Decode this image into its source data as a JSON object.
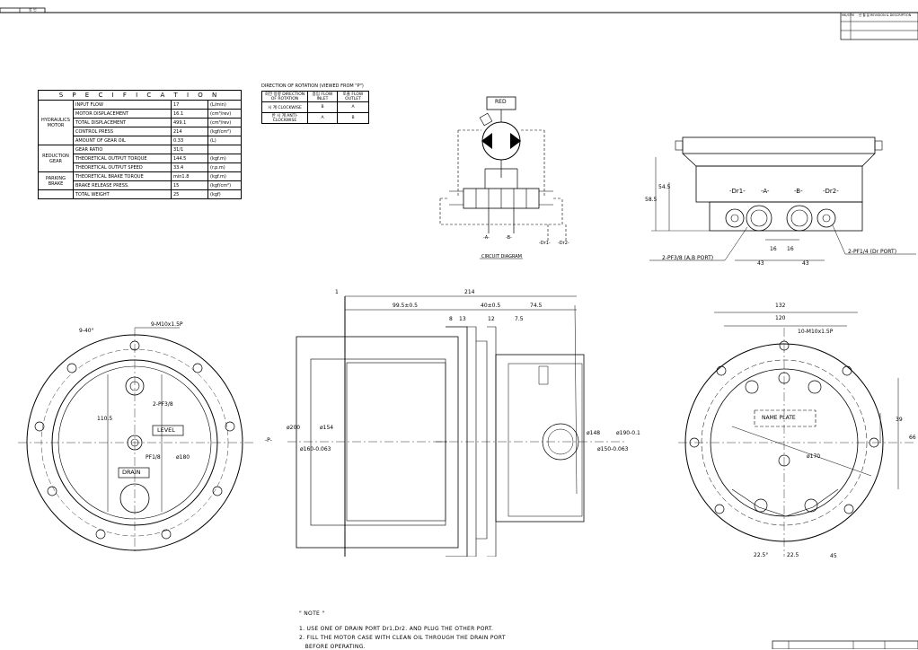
{
  "header": {
    "left_label": "승 인"
  },
  "revision_block": {
    "sym": "MK/SYM",
    "description": "년 월 일 REVISION & DESCRIPTION"
  },
  "spec": {
    "title": "S P E C I F I C A T I O N",
    "groups": [
      {
        "name": "HYDRAULICS MOTOR",
        "rows": [
          [
            "INPUT FLOW",
            "17",
            "(L/min)"
          ],
          [
            "MOTOR DISPLACEMENT",
            "16.1",
            "(cm³/rev)"
          ],
          [
            "TOTAL DISPLACEMENT",
            "499.1",
            "(cm³/rev)"
          ],
          [
            "CONTROL PRESS",
            "214",
            "(kgf/cm²)"
          ],
          [
            "AMOUNT OF GEAR OIL",
            "0.33",
            "(L)"
          ]
        ]
      },
      {
        "name": "REDUCTION GEAR",
        "rows": [
          [
            "GEAR RATIO",
            "31/1",
            ""
          ],
          [
            "THEORETICAL OUTPUT TORQUE",
            "144.5",
            "(kgf.m)"
          ],
          [
            "THEORETICAL OUTPUT SPEED",
            "33.4",
            "(r.p.m)"
          ]
        ]
      },
      {
        "name": "PARKING BRAKE",
        "rows": [
          [
            "THEORETICAL BRAKE TORQUE",
            "min1.8",
            "(kgf.m)"
          ],
          [
            "BRAKE RELEASE PRESS.",
            "15",
            "(kgf/cm²)"
          ]
        ]
      },
      {
        "name": "",
        "rows": [
          [
            "TOTAL WEIGHT",
            "25",
            "(kgf)"
          ]
        ]
      }
    ]
  },
  "rotation": {
    "title": "DIRECTION OF ROTATION (VIEWED FROM \"P\")",
    "headers": [
      "회전 방향 DIRECTION OF ROTATION",
      "흡입 FLOW INLET",
      "토출 FLOW OUTLET"
    ],
    "rows": [
      [
        "시 계 CLOCKWISE",
        "B",
        "A"
      ],
      [
        "반 시 계 ANTI-CLOCKWISE",
        "A",
        "B"
      ]
    ]
  },
  "circuit": {
    "red_label": "RED",
    "caption": "CIRCUIT DIAGRAM",
    "port_a": "-A-",
    "port_b": "-B-",
    "port_dr1": "-Dr1-",
    "port_dr2": "-Dr2-"
  },
  "top_view": {
    "dim_545": "54.5",
    "dim_585": "58.5",
    "labels": [
      "-Dr1-",
      "-A-",
      "-B-",
      "-Dr2-"
    ],
    "dim_16a": "16",
    "dim_16b": "16",
    "dim_43a": "43",
    "dim_43b": "43",
    "callout_ab": "2-PF3/8 (A,B PORT)",
    "callout_dr": "2-PF1/4 (Dr PORT)"
  },
  "left_view": {
    "angle": "9-40°",
    "bolt": "9-M10x1.5P",
    "port": "2-PF3/8",
    "dim_1105": "110.5",
    "level": "LEVEL",
    "pf18": "PF1/8",
    "dia180": "ø180",
    "drain": "DRAIN"
  },
  "side_view": {
    "d1": "1",
    "d214": "214",
    "d995": "99.5±0.5",
    "d40": "40±0.5",
    "d745": "74.5",
    "d8": "8",
    "d13": "13",
    "d12": "12",
    "d75": "7.5",
    "dia200": "ø200",
    "dia154": "ø154",
    "dia160": "ø160-0.063",
    "p_label": "-P-",
    "dia148": "ø148",
    "dia190": "ø190-0.1",
    "dia150": "ø150-0.063"
  },
  "right_view": {
    "d132": "132",
    "d120": "120",
    "bolt": "10-M10x1.5P",
    "nameplate": "NAME PLATE",
    "d39": "39",
    "d66": "66",
    "dia170": "ø170",
    "a225a": "22.5°",
    "a225b": "22.5",
    "a45": "45"
  },
  "notes": {
    "title": "\" NOTE \"",
    "items": [
      "1. USE ONE OF DRAIN PORT Dr1,Dr2. AND PLUG THE OTHER PORT.",
      "2. FILL THE MOTOR CASE WITH CLEAN OIL THROUGH THE DRAIN PORT",
      "   BEFORE OPERATING."
    ]
  }
}
